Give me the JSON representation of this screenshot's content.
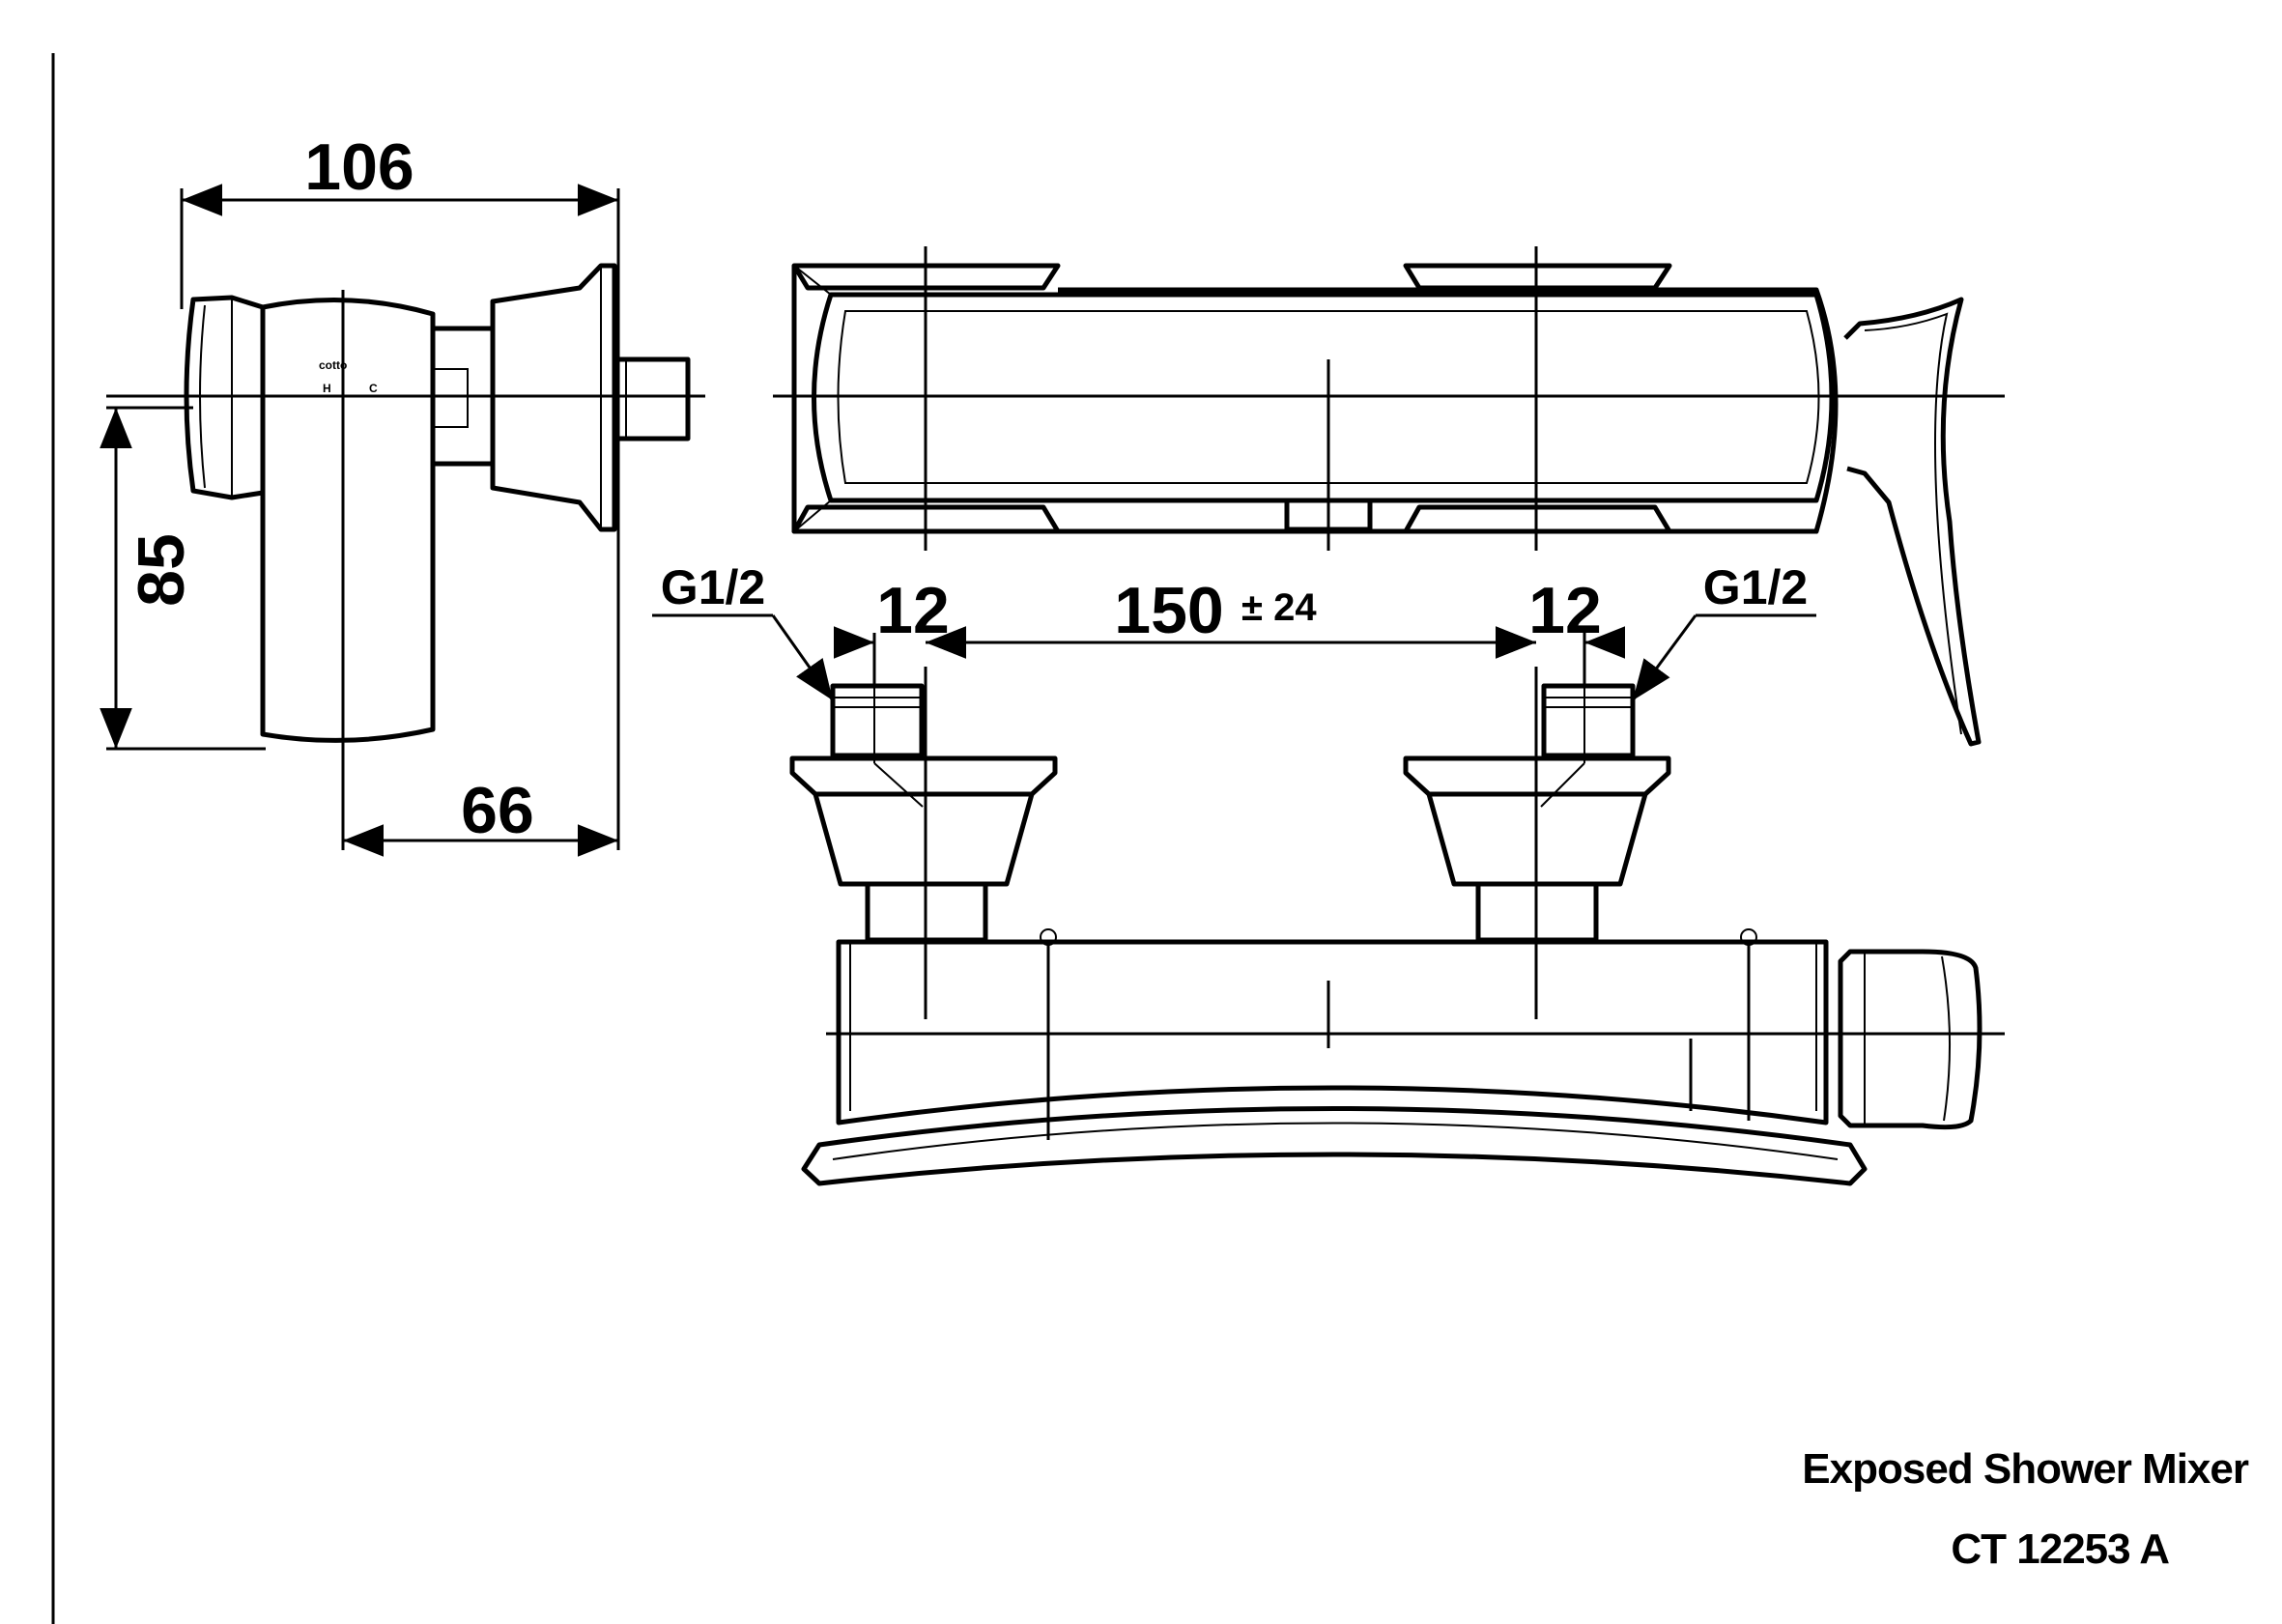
{
  "dimensions": {
    "width_total": "106",
    "height_body": "85",
    "depth": "66",
    "spacing": "150",
    "spacing_tolerance": "± 24",
    "inlet_left": "12",
    "inlet_right": "12"
  },
  "threads": {
    "left": "G1/2",
    "right": "G1/2"
  },
  "title_block": {
    "product_name": "Exposed Shower Mixer",
    "product_code": "CT 12253 A"
  },
  "logo_text": "cotto",
  "handle_marks": "H C"
}
